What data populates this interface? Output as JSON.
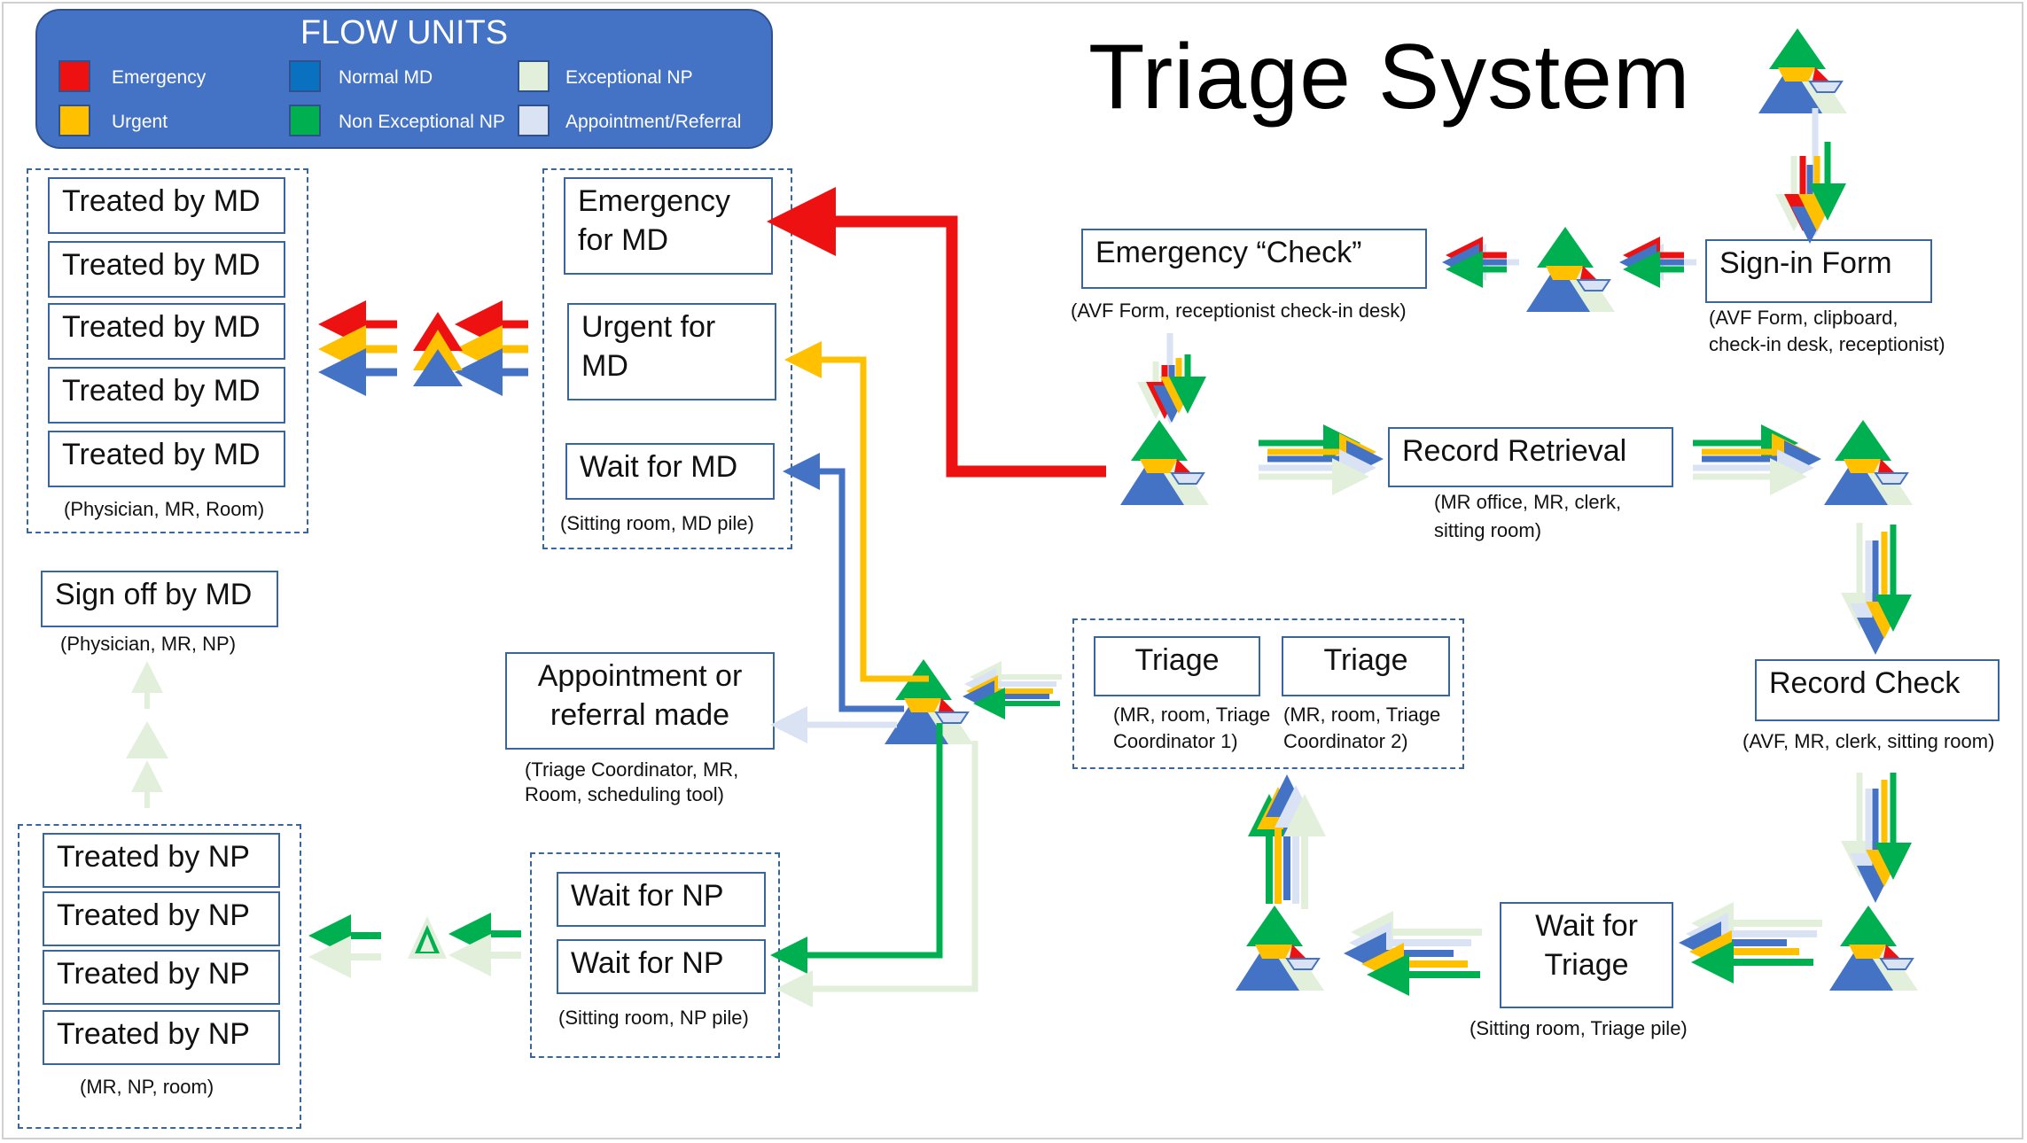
{
  "title": "Triage System",
  "legend": {
    "title": "FLOW UNITS",
    "items": [
      {
        "label": "Emergency",
        "color": "#ee1111"
      },
      {
        "label": "Urgent",
        "color": "#ffc000"
      },
      {
        "label": "Normal MD",
        "color": "#0a70c0"
      },
      {
        "label": "Non Exceptional NP",
        "color": "#00b050"
      },
      {
        "label": "Exceptional NP",
        "color": "#e2efda"
      },
      {
        "label": "Appointment/Referral",
        "color": "#dae3f3"
      }
    ]
  },
  "nodes": {
    "sign_in": {
      "label": "Sign-in Form",
      "note_lines": [
        "(AVF Form, clipboard,",
        "check-in desk, receptionist)"
      ]
    },
    "emergency_check": {
      "label": "Emergency “Check”",
      "note": "(AVF Form, receptionist check-in desk)"
    },
    "record_retrieval": {
      "label": "Record Retrieval",
      "note_lines": [
        "(MR office, MR, clerk,",
        "sitting room)"
      ]
    },
    "record_check": {
      "label": "Record Check",
      "note": "(AVF, MR, clerk, sitting room)"
    },
    "wait_triage": {
      "label_lines": [
        "Wait for",
        "Triage"
      ],
      "note": "(Sitting room, Triage pile)"
    },
    "triage_1": {
      "label": "Triage",
      "note_lines": [
        "(MR, room, Triage",
        "Coordinator 1)"
      ]
    },
    "triage_2": {
      "label": "Triage",
      "note_lines": [
        "(MR, room,  Triage",
        "Coordinator 2)"
      ]
    },
    "appointment": {
      "label_lines": [
        "Appointment or",
        "referral made"
      ],
      "note_lines": [
        "(Triage Coordinator, MR,",
        "Room, scheduling tool)"
      ]
    },
    "emergency_md": {
      "label_lines": [
        "Emergency",
        "for MD"
      ]
    },
    "urgent_md": {
      "label_lines": [
        "Urgent for",
        "MD"
      ]
    },
    "wait_md": {
      "label": "Wait for MD",
      "note": "(Sitting room, MD pile)"
    },
    "treated_md": {
      "labels": [
        "Treated by MD",
        "Treated by MD",
        "Treated by MD",
        "Treated by MD",
        "Treated by MD"
      ],
      "note": "(Physician, MR, Room)"
    },
    "sign_off": {
      "label": "Sign off by MD",
      "note": "(Physician, MR, NP)"
    },
    "wait_np": {
      "labels": [
        "Wait for NP",
        "Wait for NP"
      ],
      "note": "(Sitting room, NP pile)"
    },
    "treated_np": {
      "labels": [
        "Treated by NP",
        "Treated by NP",
        "Treated by NP",
        "Treated by NP"
      ],
      "note": "(MR, NP, room)"
    }
  }
}
